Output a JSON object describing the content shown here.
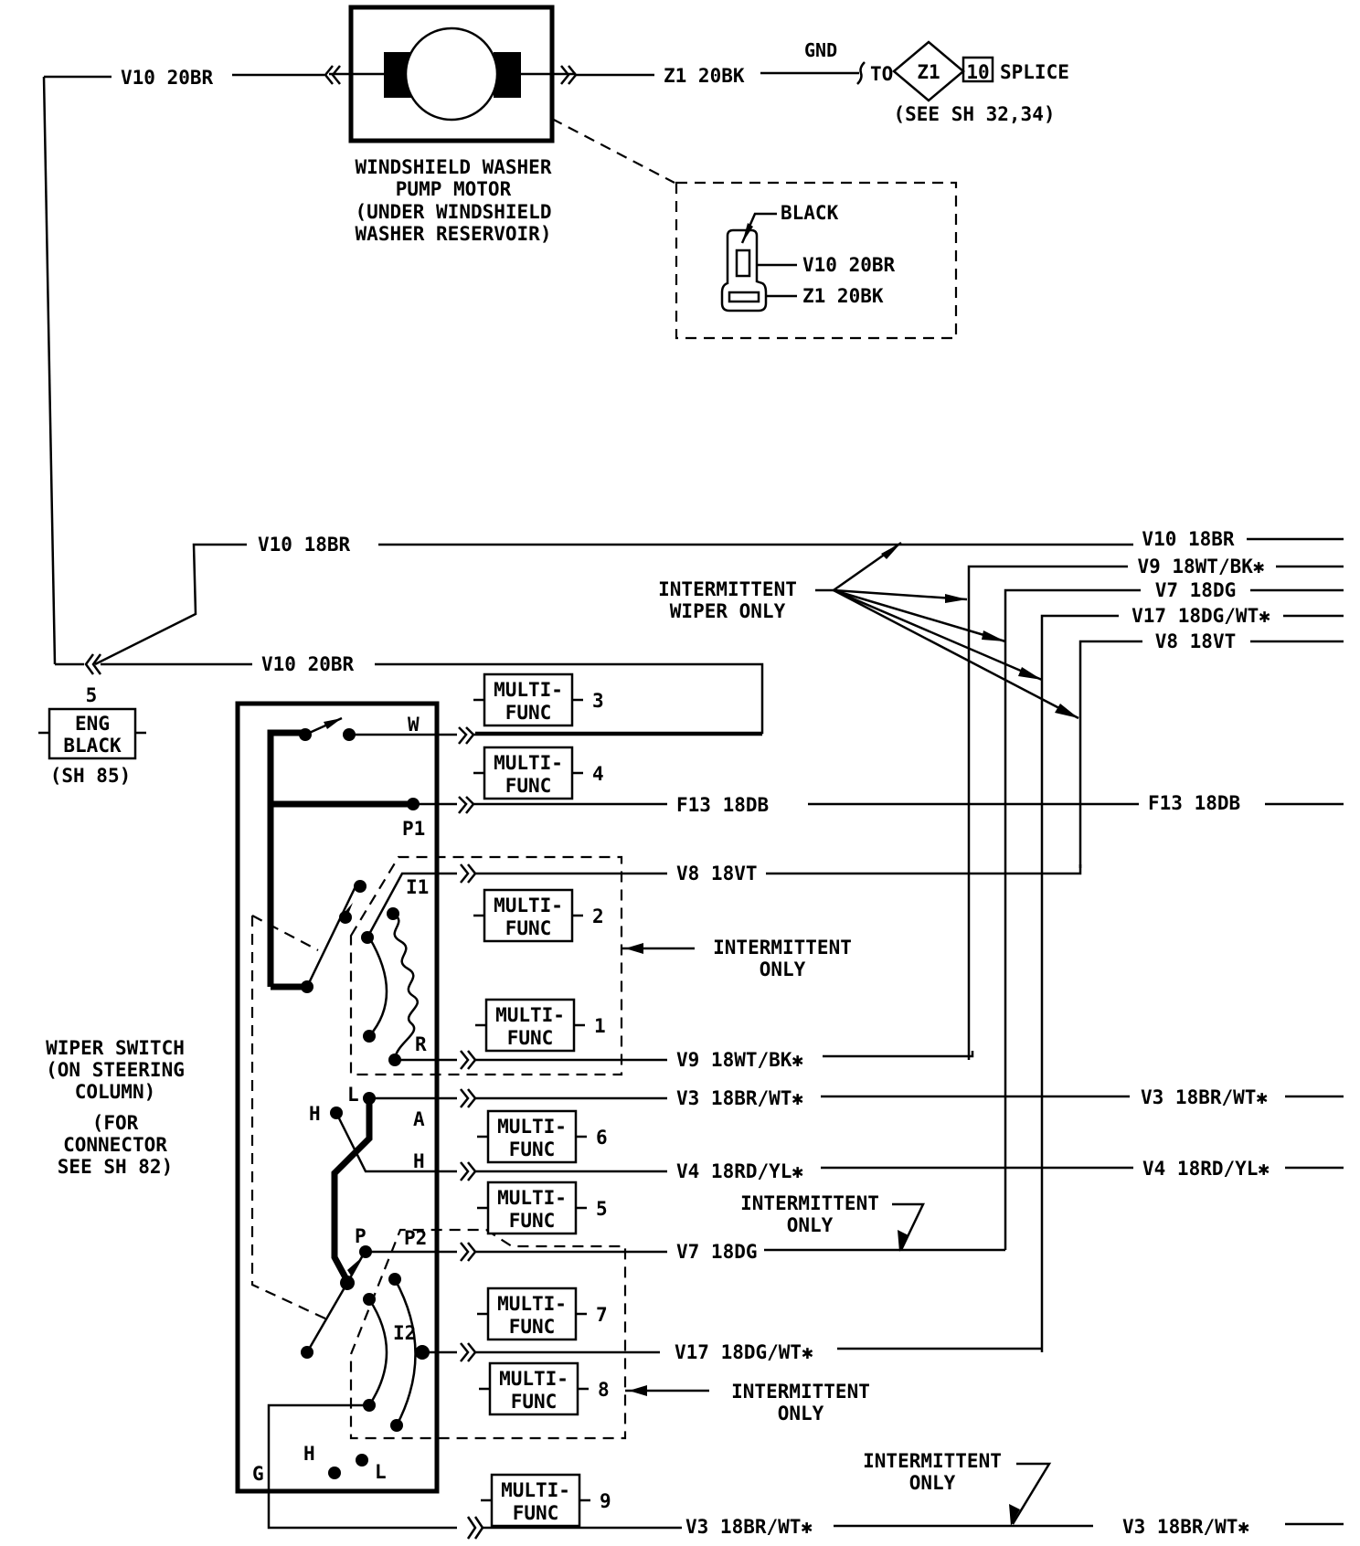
{
  "colors": {
    "ink": "#000000",
    "paper": "#ffffff"
  },
  "pump_motor": {
    "left_wire": "V10 20BR",
    "right_wire": "Z1 20BK",
    "gnd": "GND",
    "splice_to": "TO",
    "splice_id": "Z1",
    "splice_num": "10",
    "splice_word": "SPLICE",
    "see_sheet": "(SEE SH 32,34)",
    "caption": [
      "WINDSHIELD WASHER",
      "PUMP MOTOR",
      "(UNDER WINDSHIELD",
      "WASHER RESERVOIR)"
    ]
  },
  "connector_detail": {
    "color": "BLACK",
    "pins": [
      "V10 20BR",
      "Z1 20BK"
    ]
  },
  "eng_connector": {
    "pin": "5",
    "label": [
      "ENG",
      "BLACK"
    ],
    "sheet": "(SH 85)"
  },
  "left_wires": {
    "upper": "V10 18BR",
    "lower": "V10 20BR"
  },
  "note_intermittent_wiper": [
    "INTERMITTENT",
    "WIPER ONLY"
  ],
  "right_bus": [
    {
      "label": "V10 18BR"
    },
    {
      "label": "V9 18WT/BK✱"
    },
    {
      "label": "V7 18DG"
    },
    {
      "label": "V17 18DG/WT✱"
    },
    {
      "label": "V8 18VT"
    },
    {
      "label": "F13 18DB"
    },
    {
      "label": "V3 18BR/WT✱"
    },
    {
      "label": "V4 18RD/YL✱"
    },
    {
      "label": "V3 18BR/WT✱"
    }
  ],
  "switch": {
    "caption": [
      "WIPER SWITCH",
      "(ON STEERING",
      "COLUMN)",
      "(FOR",
      "CONNECTOR",
      "SEE SH 82)"
    ],
    "terminals": {
      "W": "W",
      "P1": "P1",
      "I1": "I1",
      "R": "R",
      "L": "L",
      "A": "A",
      "H": "H",
      "H2": "H",
      "P": "P",
      "P2": "P2",
      "I2": "I2",
      "G": "G",
      "Hb": "H",
      "Lb": "L"
    }
  },
  "mid_wires": {
    "f13": "F13 18DB",
    "v8": "V8 18VT",
    "v9": "V9 18WT/BK✱",
    "v3": "V3 18BR/WT✱",
    "v4": "V4 18RD/YL✱",
    "v7": "V7 18DG",
    "v17": "V17 18DG/WT✱",
    "v3b": "V3 18BR/WT✱"
  },
  "multifunc": [
    {
      "pin": "3"
    },
    {
      "pin": "4"
    },
    {
      "pin": "2"
    },
    {
      "pin": "1"
    },
    {
      "pin": "6"
    },
    {
      "pin": "5"
    },
    {
      "pin": "7"
    },
    {
      "pin": "8"
    },
    {
      "pin": "9"
    }
  ],
  "multifunc_label": [
    "MULTI-",
    "FUNC"
  ],
  "notes": {
    "intermittent_only": [
      "INTERMITTENT",
      "ONLY"
    ]
  }
}
